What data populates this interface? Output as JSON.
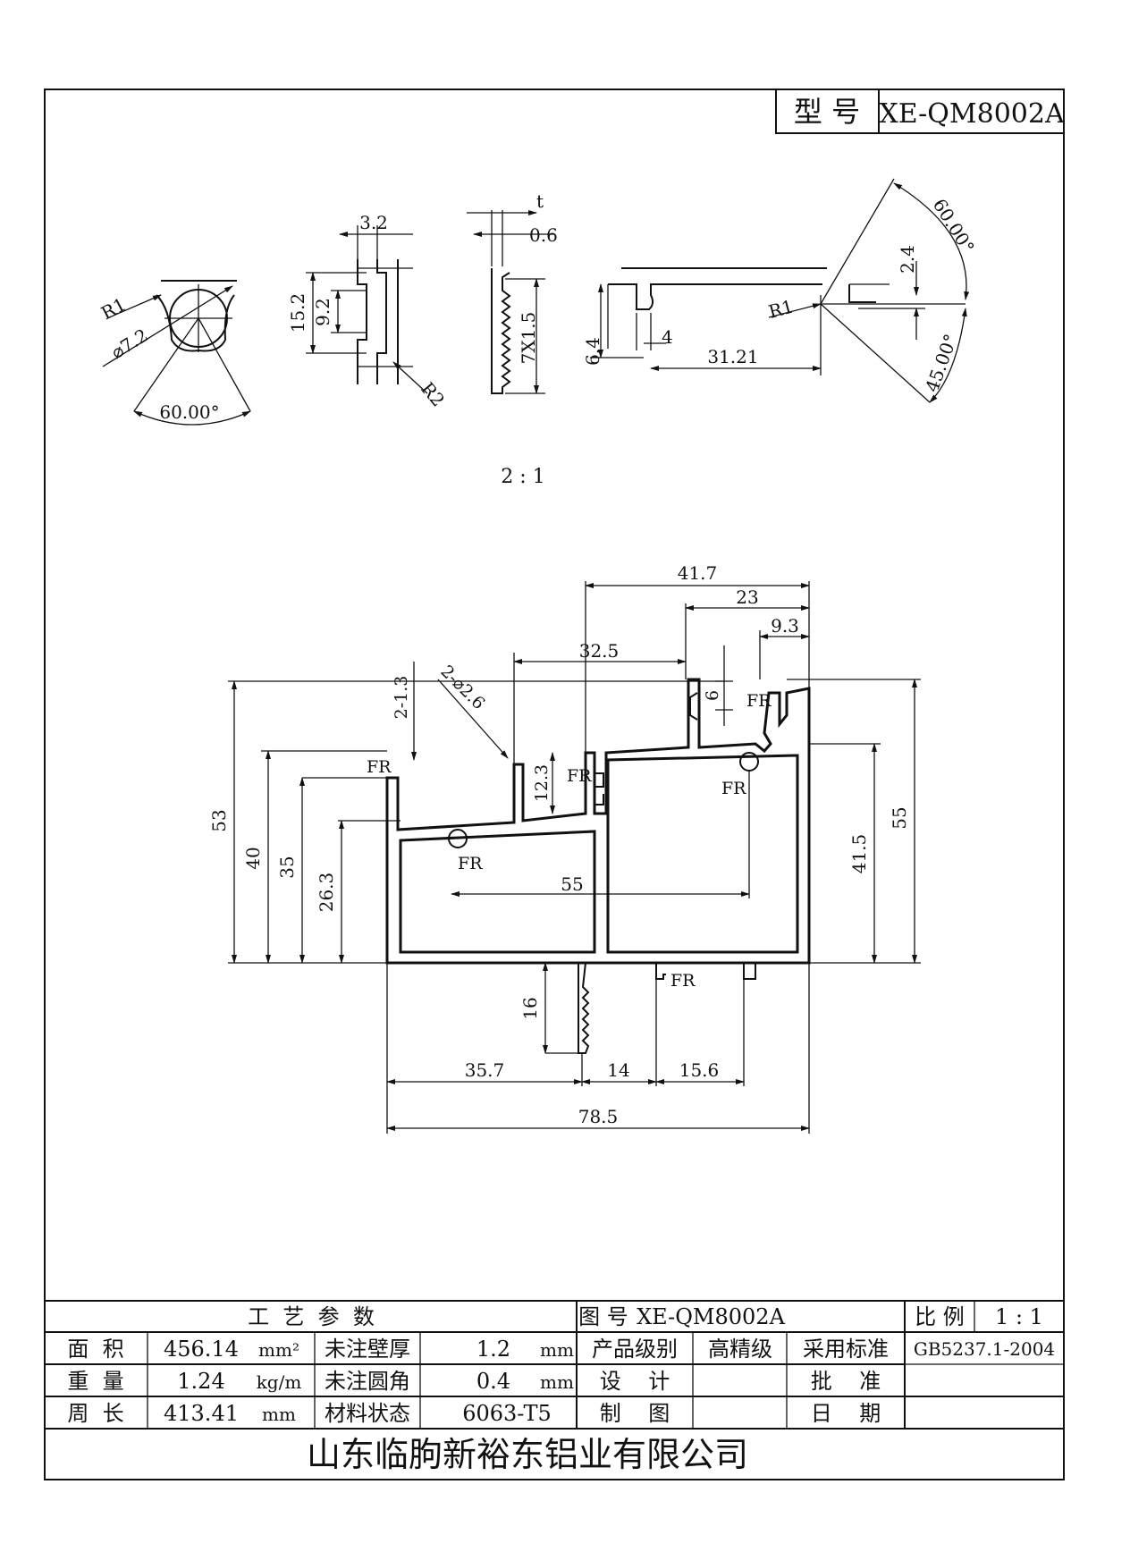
{
  "header": {
    "model_label": "型 号",
    "model_value": "XE-QM8002A"
  },
  "details": {
    "d1": {
      "r": "R1",
      "dia": "⌀7.2",
      "angle": "60.00°"
    },
    "d2": {
      "w": "3.2",
      "h1": "15.2",
      "h2": "9.2",
      "r": "R2"
    },
    "d3": {
      "t": "t",
      "tv": "0.6",
      "teeth": "7X1.5"
    },
    "d4": {
      "h": "6.4",
      "w1": "4",
      "w2": "31.21",
      "r": "R1",
      "h2": "2.4",
      "a1": "60.00°",
      "a2": "45.00°"
    },
    "scale": "2 : 1"
  },
  "section": {
    "dims": {
      "d41_7": "41.7",
      "d23": "23",
      "d9_3": "9.3",
      "d32_5": "32.5",
      "d2_1_3": "2-1.3",
      "d2_26": "2-⌀2.6",
      "d6": "6",
      "d12_3": "12.3",
      "d53": "53",
      "d40": "40",
      "d35": "35",
      "d26_3": "26.3",
      "d55_h": "55",
      "d41_5": "41.5",
      "d55_v": "55",
      "d16": "16",
      "d35_7": "35.7",
      "d14": "14",
      "d15_6": "15.6",
      "d78_5": "78.5"
    },
    "fr": "FR"
  },
  "table": {
    "section_title": "工  艺  参  数",
    "drawing_no_label": "图 号",
    "drawing_no": "XE-QM8002A",
    "scale_label": "比 例",
    "scale_value": "1 : 1",
    "rows": [
      {
        "label": "面  积",
        "value": "456.14",
        "unit": "mm²",
        "label2": "未注壁厚",
        "value2": "1.2",
        "unit2": "mm",
        "label3": "产品级别",
        "value3": "高精级",
        "label4": "采用标准",
        "value4": "GB5237.1-2004"
      },
      {
        "label": "重  量",
        "value": "1.24",
        "unit": "kg/m",
        "label2": "未注圆角",
        "value2": "0.4",
        "unit2": "mm",
        "label3": "设    计",
        "value3": "",
        "label4": "批    准",
        "value4": ""
      },
      {
        "label": "周  长",
        "value": "413.41",
        "unit": "mm",
        "label2": "材料状态",
        "value2": "6063-T5",
        "unit2": "",
        "label3": "制    图",
        "value3": "",
        "label4": "日    期",
        "value4": ""
      }
    ],
    "company": "山东临朐新裕东铝业有限公司"
  }
}
